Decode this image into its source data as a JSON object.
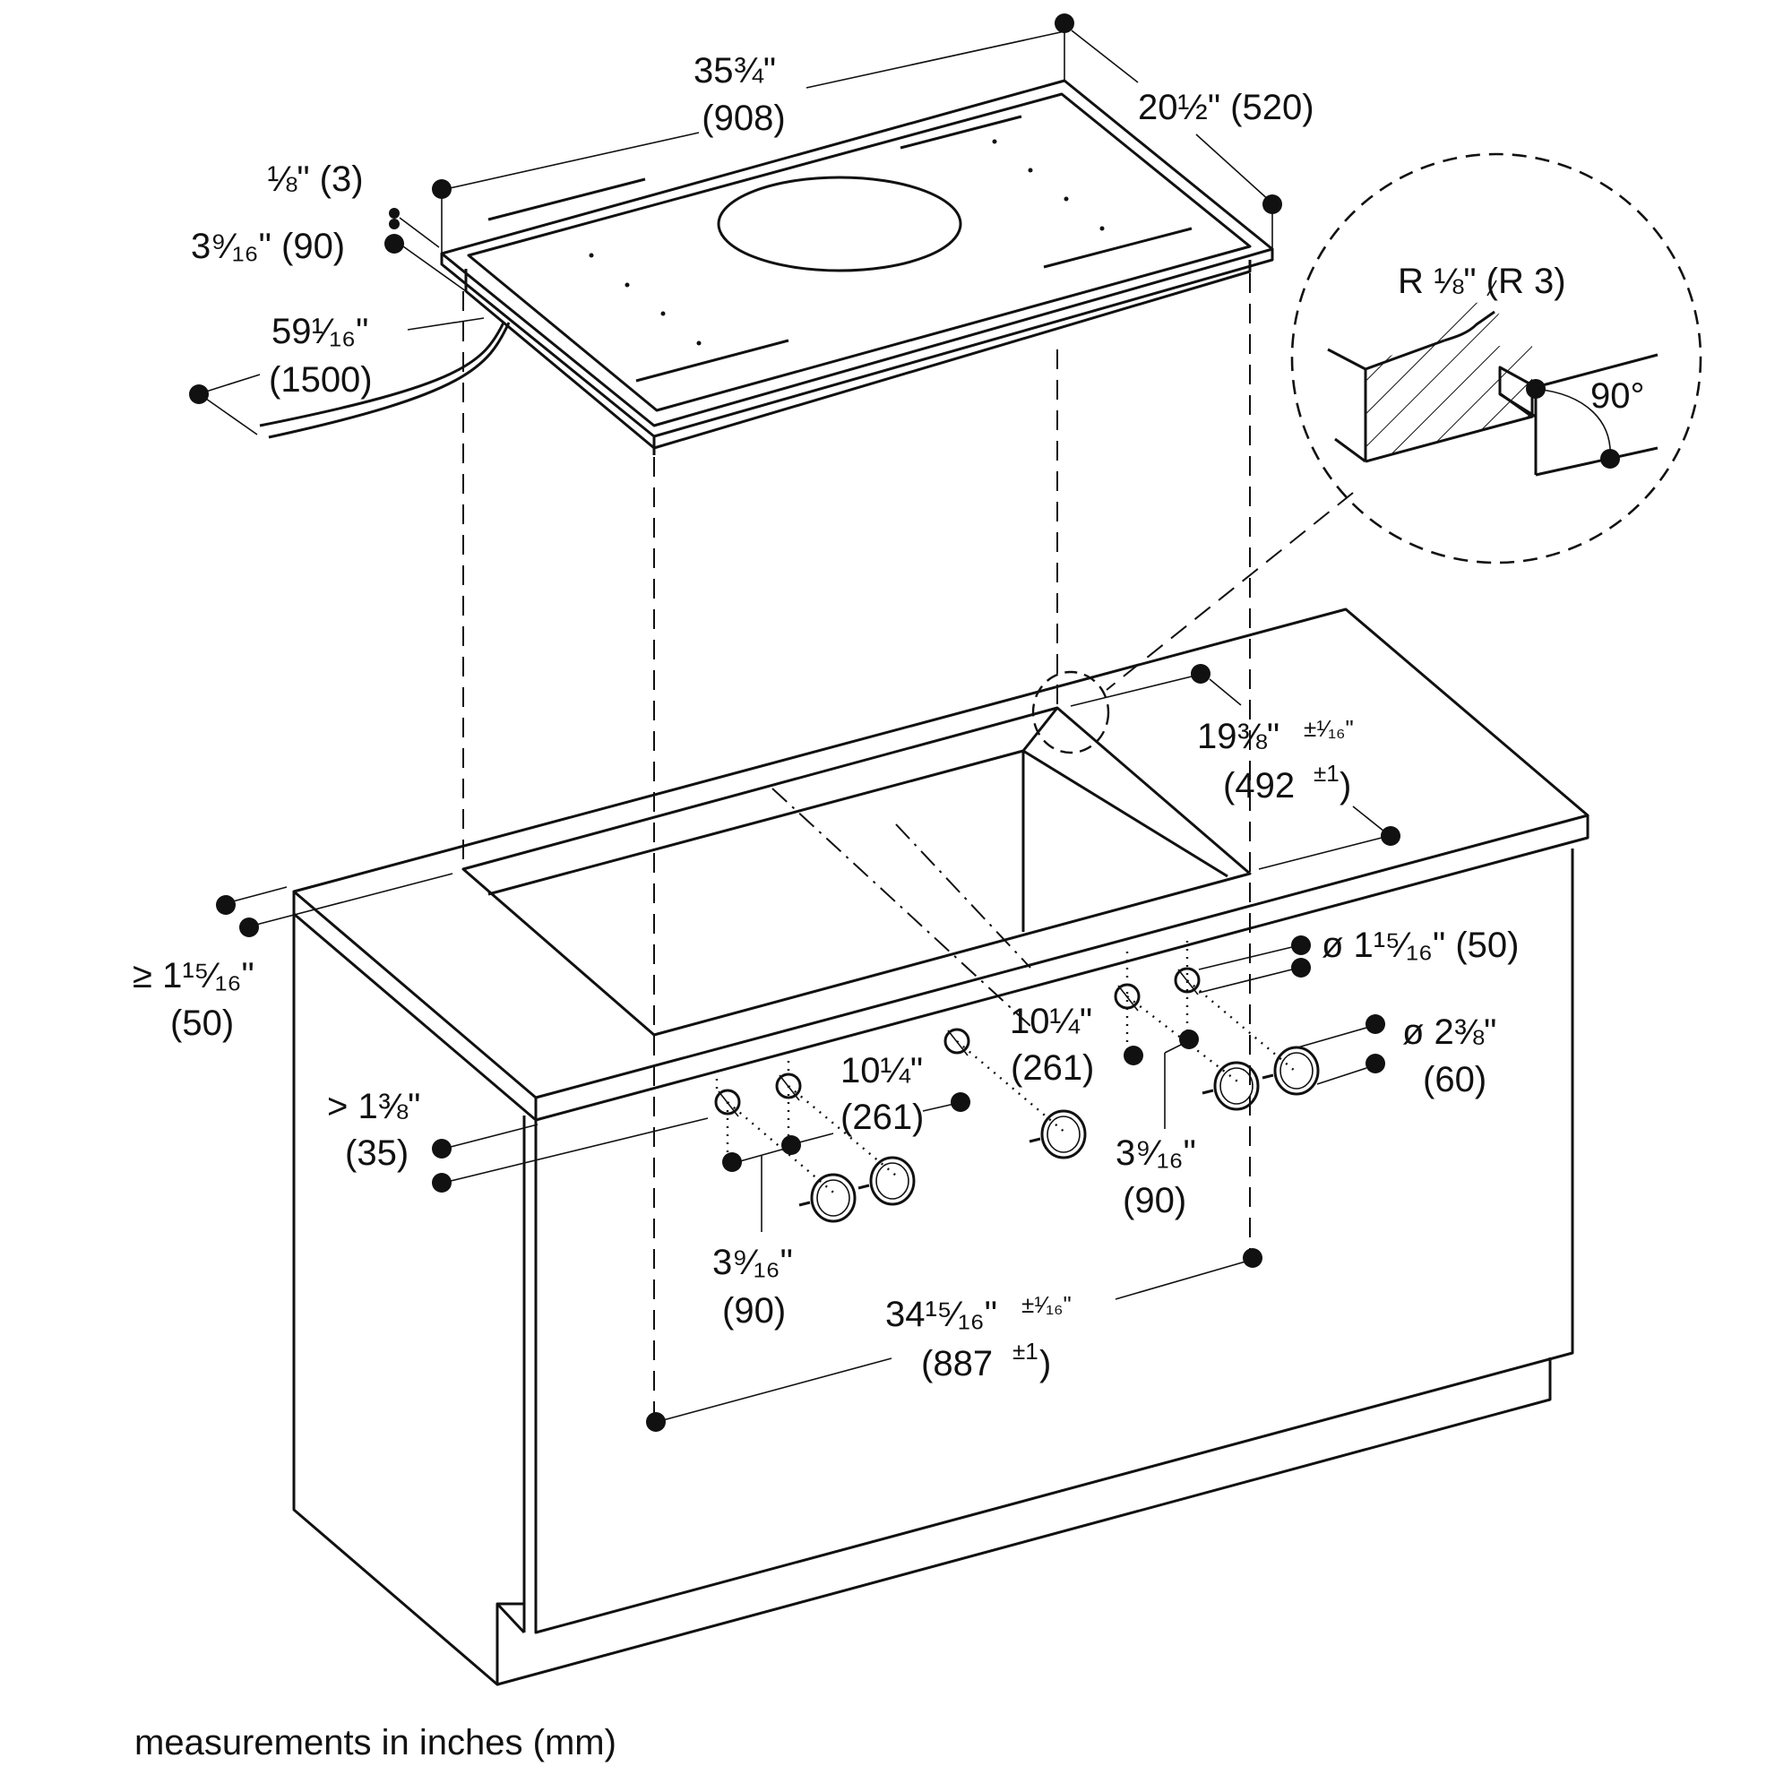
{
  "dimensions": {
    "width_in": "35¾\"",
    "width_mm": "(908)",
    "depth": "20½\" (520)",
    "rim_thickness": "⅛\" (3)",
    "appliance_height": "3⁹⁄₁₆\" (90)",
    "cord_in": "59¹⁄₁₆\"",
    "cord_mm": "(1500)",
    "edge_radius": "R ⅛\" (R 3)",
    "edge_angle": "90°",
    "cutout_depth_in": "19⅜\"",
    "cutout_depth_tol": "±¹⁄₁₆\"",
    "cutout_depth_mm": "(492",
    "cutout_depth_mm_tol": "±1",
    "cutout_depth_mm_close": ")",
    "min_front_in": "≥ 1¹⁵⁄₁₆\"",
    "min_front_mm": "(50)",
    "knob_hole_dia": "ø 1¹⁵⁄₁₆\" (50)",
    "knob_dia_in": "ø 2⅜\"",
    "knob_dia_mm": "(60)",
    "knob_spacing_a_in": "10¼\"",
    "knob_spacing_a_mm": "(261)",
    "knob_spacing_b_in": "10¼\"",
    "knob_spacing_b_mm": "(261)",
    "countertop_min_in": "> 1⅜\"",
    "countertop_min_mm": "(35)",
    "knob_pair_a_in": "3⁹⁄₁₆\"",
    "knob_pair_a_mm": "(90)",
    "knob_pair_b_in": "3⁹⁄₁₆\"",
    "knob_pair_b_mm": "(90)",
    "cutout_width_in": "34¹⁵⁄₁₆\"",
    "cutout_width_tol": "±¹⁄₁₆\"",
    "cutout_width_mm": "(887",
    "cutout_width_mm_tol": "±1",
    "cutout_width_mm_close": ")"
  },
  "caption": "measurements in inches (mm)"
}
